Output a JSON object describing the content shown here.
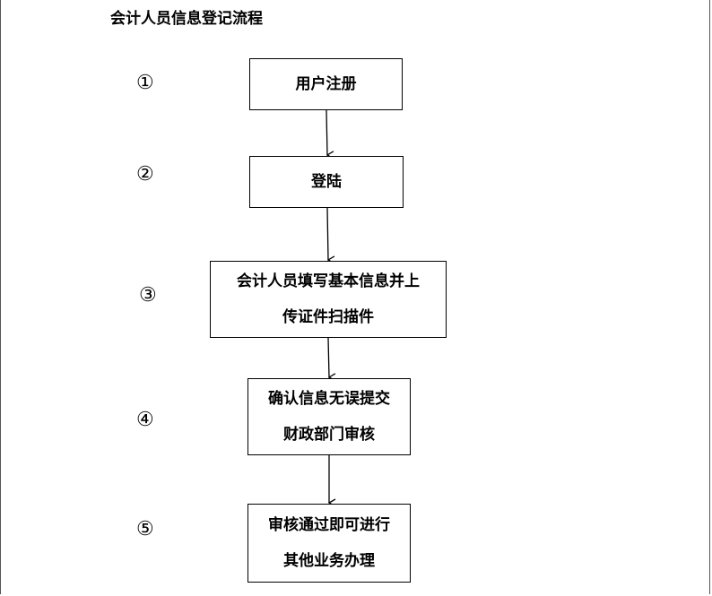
{
  "title": "会计人员信息登记流程",
  "steps": [
    {
      "number": "①",
      "lines": [
        "用户注册"
      ]
    },
    {
      "number": "②",
      "lines": [
        "登陆"
      ]
    },
    {
      "number": "③",
      "lines": [
        "会计人员填写基本信息并上",
        "传证件扫描件"
      ]
    },
    {
      "number": "④",
      "lines": [
        "确认信息无误提交",
        "财政部门审核"
      ]
    },
    {
      "number": "⑤",
      "lines": [
        "审核通过即可进行",
        "其他业务办理"
      ]
    }
  ]
}
